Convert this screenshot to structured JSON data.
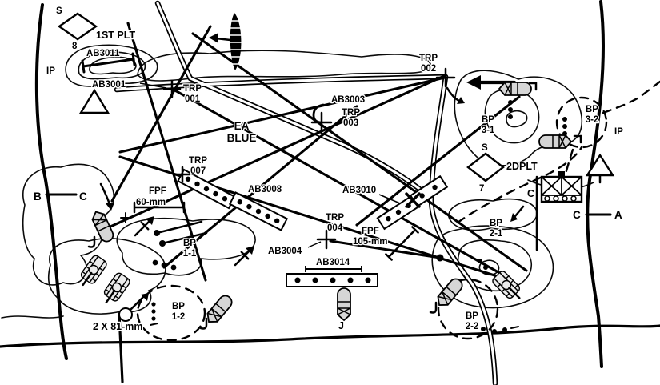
{
  "colors": {
    "ink": "#000000",
    "paper": "#ffffff"
  },
  "ea": {
    "l1": "EA",
    "l2": "BLUE"
  },
  "units": {
    "s_left": "S",
    "seq8": "8",
    "plt1": "1ST PLT",
    "s_right": "S",
    "seq7": "7",
    "plt2": "2DPLT",
    "cp_c": "C"
  },
  "trps": {
    "t1a": "TRP",
    "t1b": "001",
    "t2a": "TRP",
    "t2b": "002",
    "t3a": "TRP",
    "t3b": "003",
    "t4a": "TRP",
    "t4b": "004",
    "t7a": "TRP",
    "t7b": "007"
  },
  "obstacles": {
    "ab3001": "AB3001",
    "ab3003": "AB3003",
    "ab3004": "AB3004",
    "ab3008": "AB3008",
    "ab3010": "AB3010",
    "ab3011": "AB3011",
    "ab3014": "AB3014"
  },
  "bps": {
    "bp11a": "BP",
    "bp11b": "1-1",
    "bp12a": "BP",
    "bp12b": "1-2",
    "bp21a": "BP",
    "bp21b": "2-1",
    "bp22a": "BP",
    "bp22b": "2-2",
    "bp31a": "BP",
    "bp31b": "3-1",
    "bp32a": "BP",
    "bp32b": "3-2"
  },
  "fires": {
    "fpf60a": "FPF",
    "fpf60b": "60-mm",
    "fpf105a": "FPF",
    "fpf105b": "105-mm",
    "mortars": "2 X 81-mm"
  },
  "boundaries": {
    "b": "B",
    "c_left": "C",
    "c_right": "C",
    "a": "A"
  },
  "ips": {
    "left": "IP",
    "right": "IP"
  },
  "misc": {
    "j": "J"
  }
}
